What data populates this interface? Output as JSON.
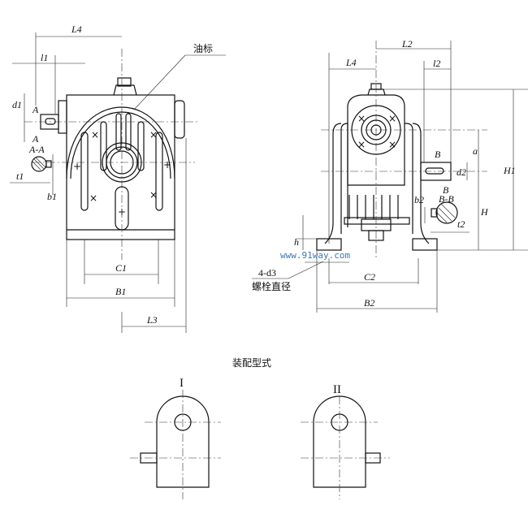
{
  "front_view": {
    "labels": {
      "L4": "L4",
      "l1": "l1",
      "oil_gauge": "油标",
      "d1": "d1",
      "A_top": "A",
      "A_bottom": "A",
      "section_AA": "A-A",
      "t1": "t1",
      "b1": "b1",
      "C1": "C1",
      "B1": "B1",
      "L3": "L3"
    }
  },
  "side_view": {
    "labels": {
      "L2": "L2",
      "L4": "L4",
      "l2": "l2",
      "B_top": "B",
      "a": "a",
      "d2": "d2",
      "B_bottom": "B",
      "section_BB": "B-B",
      "b2": "b2",
      "t2": "t2",
      "H": "H",
      "H1": "H1",
      "h": "h",
      "C2": "C2",
      "B2": "B2",
      "bolt_count": "4-d3",
      "bolt_note": "螺栓直径"
    }
  },
  "watermark": "www.91way.com",
  "assembly": {
    "title": "装配型式",
    "type1": "I",
    "type2": "II"
  }
}
